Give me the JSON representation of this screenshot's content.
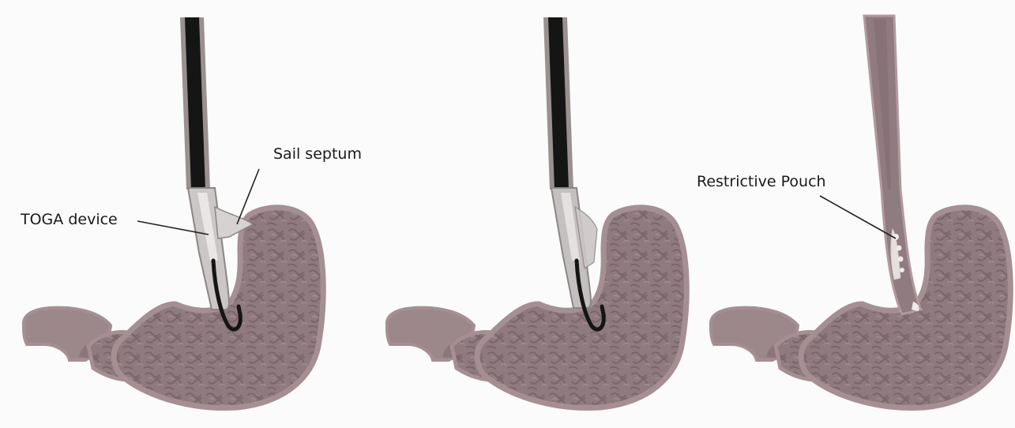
{
  "labels": {
    "toga_device": "TOGA device",
    "sail_septum": "Sail septum",
    "restrictive_pouch": "Restrictive Pouch"
  },
  "colors": {
    "background": "#fbfbfb",
    "stomach_tissue": "#8e7a7f",
    "stomach_wall": "#a58f93",
    "tissue_texture": "#7c686d",
    "device_silver": "#c9c6c6",
    "endoscope_black": "#161616",
    "staple_line": "#ece6e4"
  }
}
